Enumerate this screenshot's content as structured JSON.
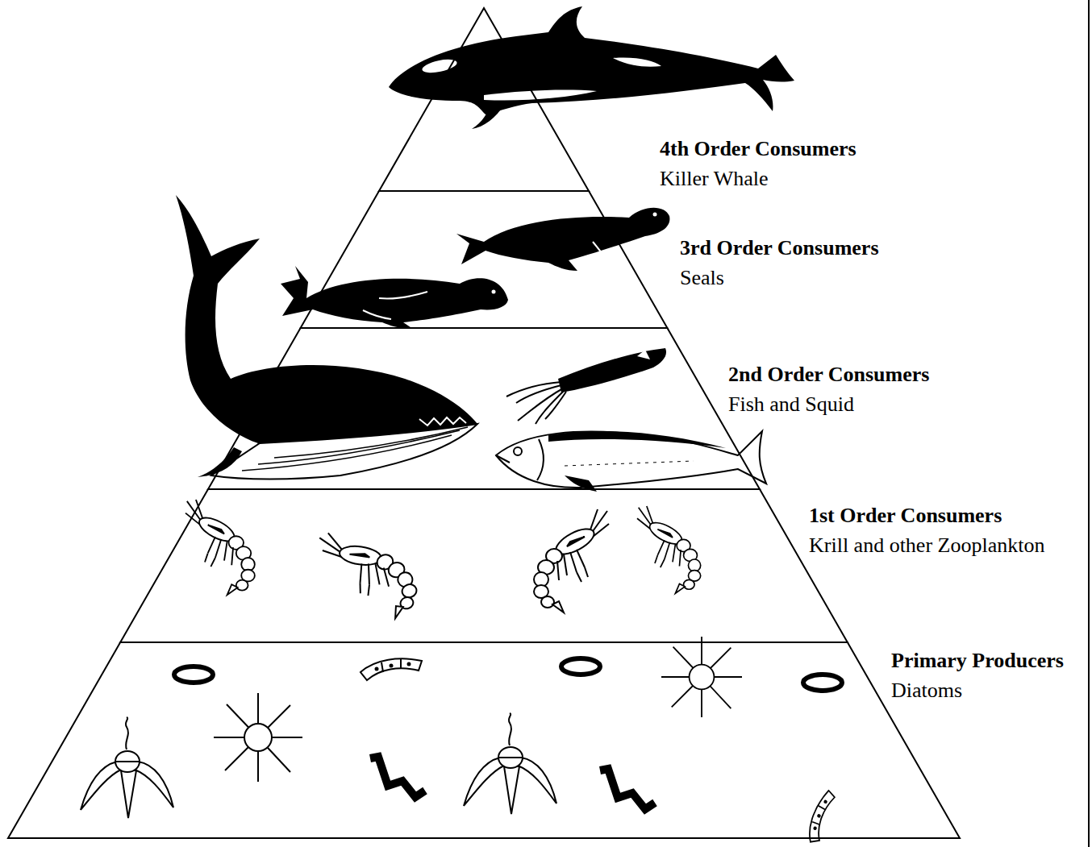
{
  "diagram": {
    "nodes": [
      {
        "text": [
          "4th Order Consumers",
          "Killer Whale"
        ]
      },
      {
        "text": [
          "3rd Order Consumers",
          "Seals"
        ]
      },
      {
        "text": [
          "2nd Order Consumers",
          "Fish and Squid"
        ]
      },
      {
        "text": [
          "1st Order Consumers",
          "Krill and other Zooplankton"
        ]
      },
      {
        "text": [
          "Primary Producers",
          "Diatoms"
        ]
      }
    ]
  }
}
